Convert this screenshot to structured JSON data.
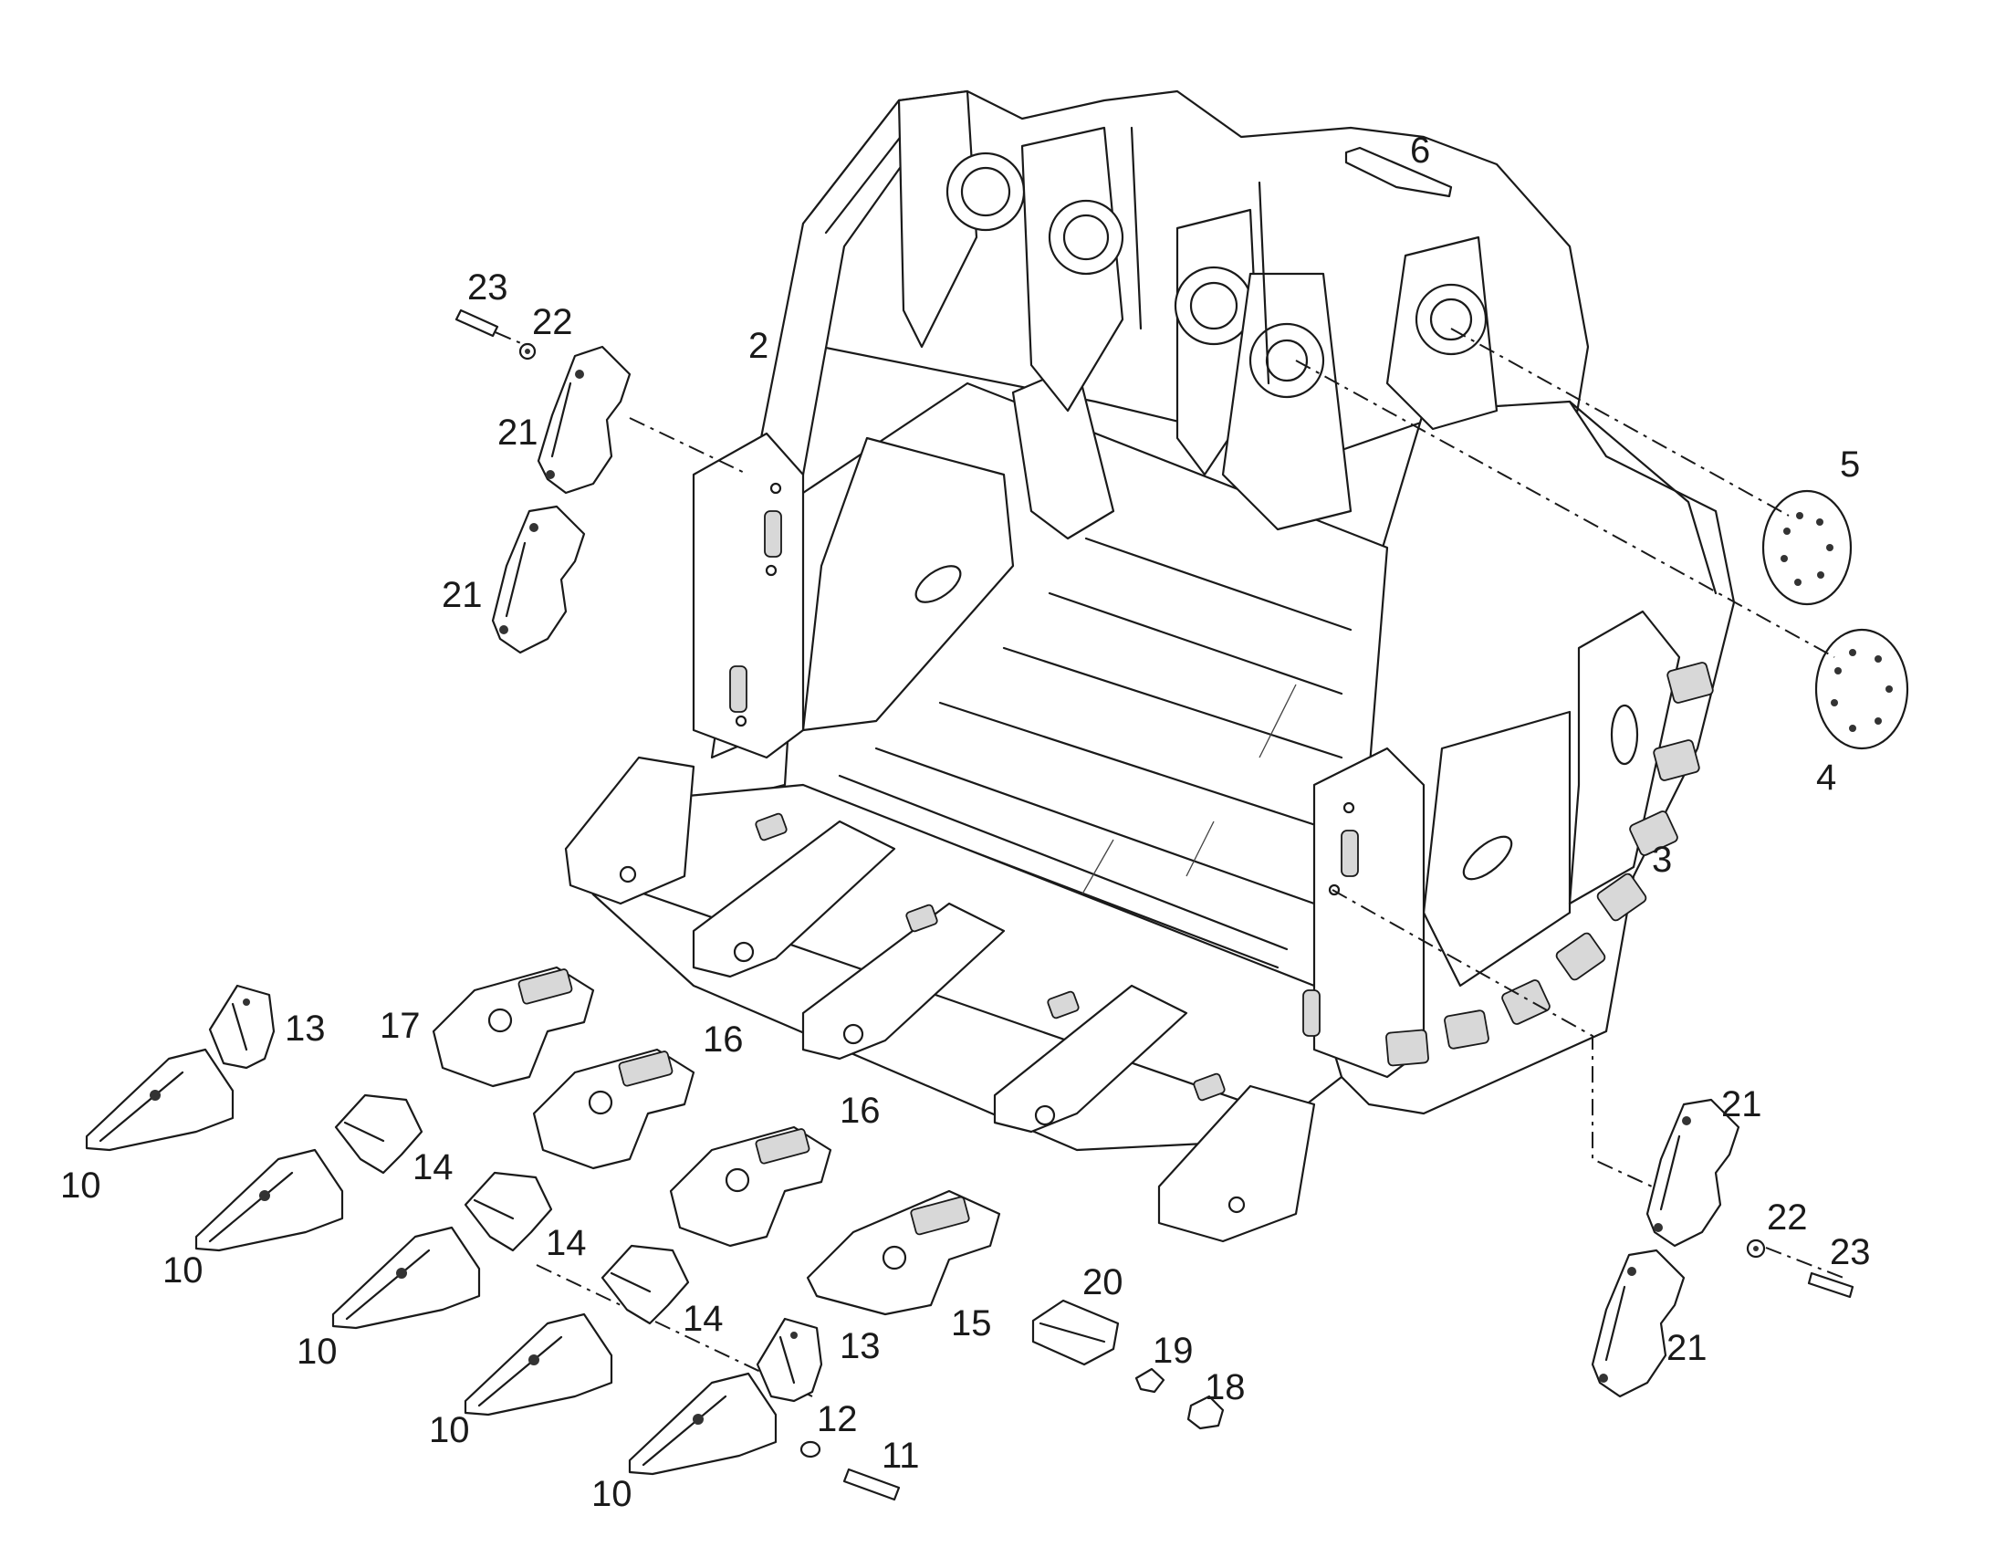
{
  "diagram": {
    "callouts": [
      {
        "id": "c-2",
        "text": "2"
      },
      {
        "id": "c-3",
        "text": "3"
      },
      {
        "id": "c-4",
        "text": "4"
      },
      {
        "id": "c-5",
        "text": "5"
      },
      {
        "id": "c-6",
        "text": "6"
      },
      {
        "id": "c-23a",
        "text": "23"
      },
      {
        "id": "c-22a",
        "text": "22"
      },
      {
        "id": "c-21a",
        "text": "21"
      },
      {
        "id": "c-21b",
        "text": "21"
      },
      {
        "id": "c-13a",
        "text": "13"
      },
      {
        "id": "c-17",
        "text": "17"
      },
      {
        "id": "c-16a",
        "text": "16"
      },
      {
        "id": "c-16b",
        "text": "16"
      },
      {
        "id": "c-10a",
        "text": "10"
      },
      {
        "id": "c-14a",
        "text": "14"
      },
      {
        "id": "c-10b",
        "text": "10"
      },
      {
        "id": "c-14b",
        "text": "14"
      },
      {
        "id": "c-10c",
        "text": "10"
      },
      {
        "id": "c-14c",
        "text": "14"
      },
      {
        "id": "c-10d",
        "text": "10"
      },
      {
        "id": "c-15",
        "text": "15"
      },
      {
        "id": "c-13b",
        "text": "13"
      },
      {
        "id": "c-20",
        "text": "20"
      },
      {
        "id": "c-19",
        "text": "19"
      },
      {
        "id": "c-18",
        "text": "18"
      },
      {
        "id": "c-12",
        "text": "12"
      },
      {
        "id": "c-11",
        "text": "11"
      },
      {
        "id": "c-10e",
        "text": "10"
      },
      {
        "id": "c-21c",
        "text": "21"
      },
      {
        "id": "c-22b",
        "text": "22"
      },
      {
        "id": "c-23b",
        "text": "23"
      },
      {
        "id": "c-21d",
        "text": "21"
      }
    ]
  }
}
